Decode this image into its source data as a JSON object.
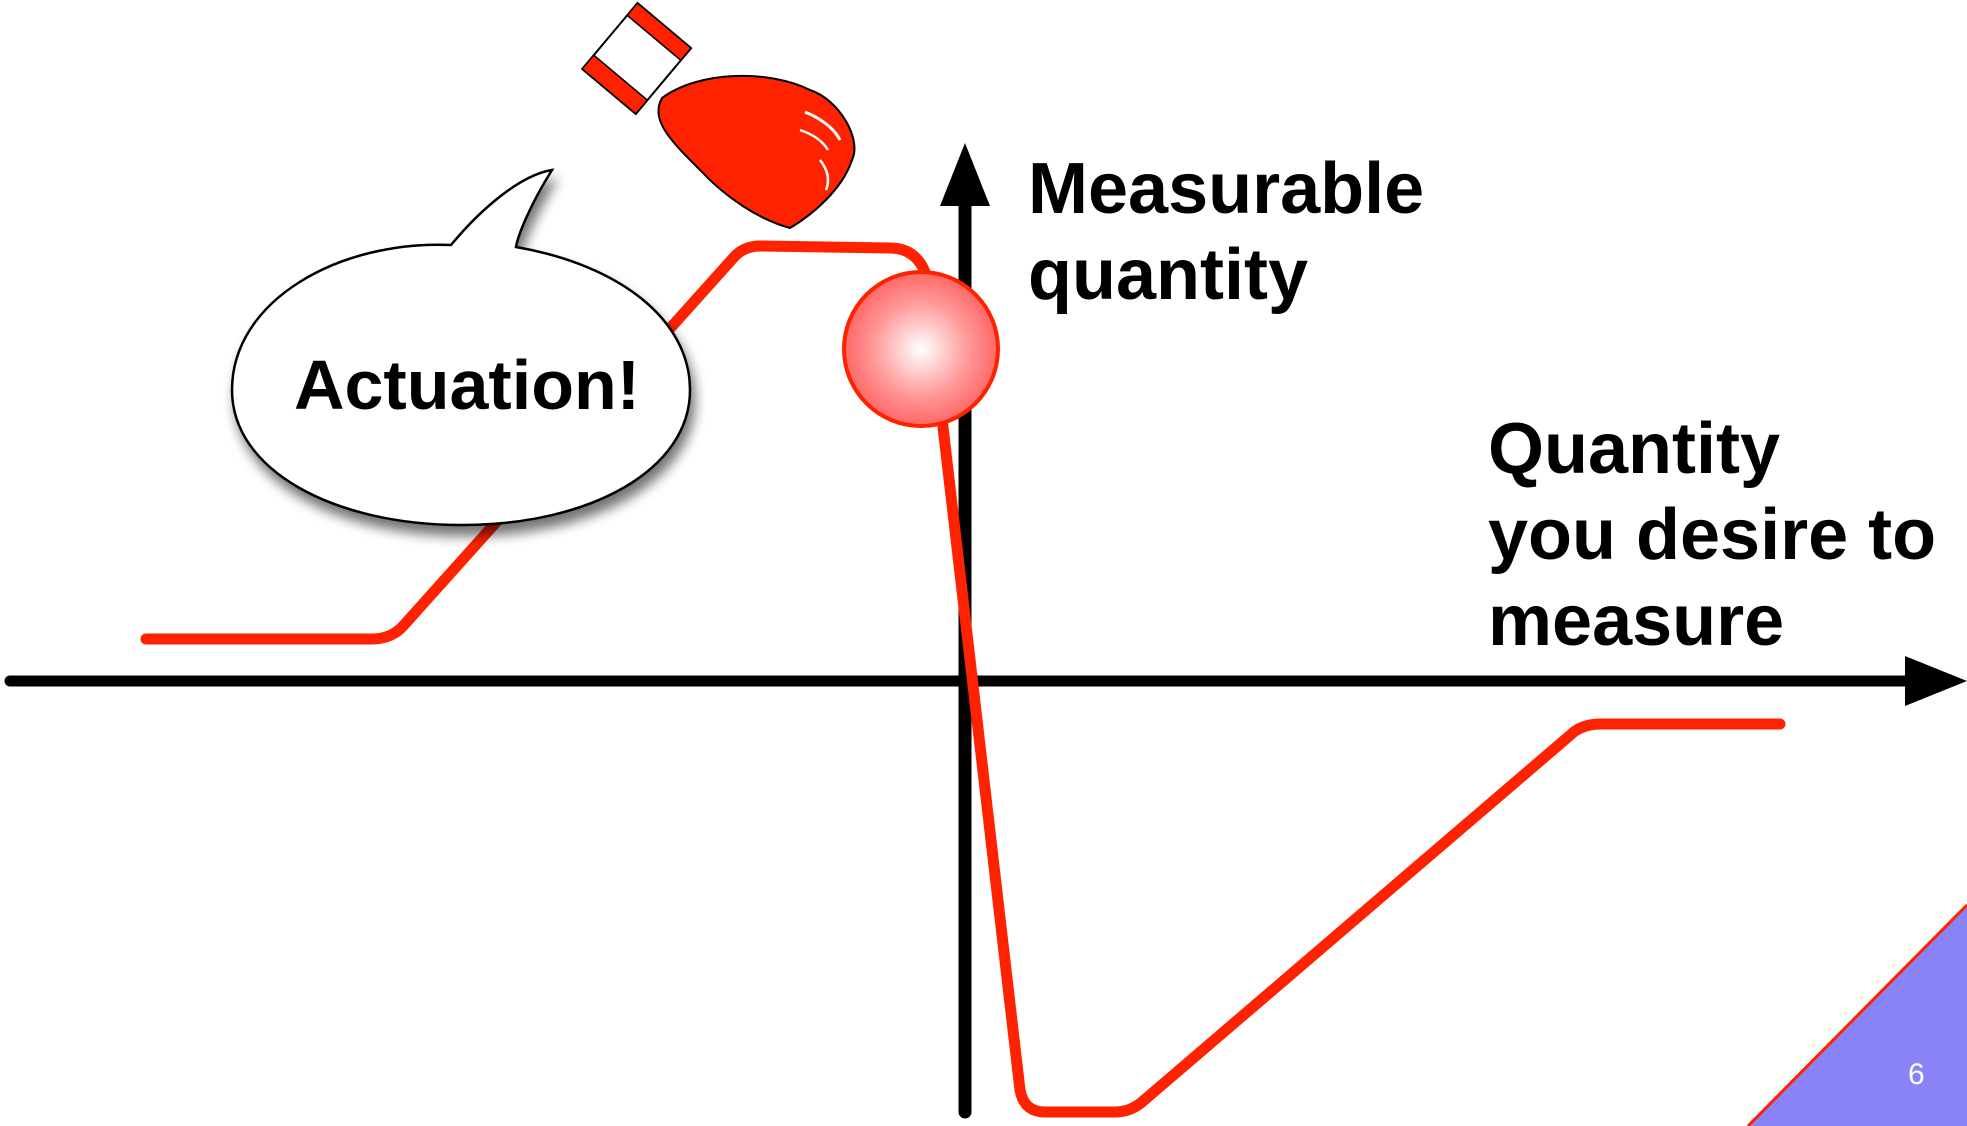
{
  "labels": {
    "y_axis": [
      "Measurable",
      "quantity"
    ],
    "x_axis": [
      "Quantity",
      "you desire to",
      "measure"
    ],
    "speech_bubble": "Actuation!"
  },
  "slide": {
    "page_number": "6",
    "corner_color": "#8a83f7"
  },
  "colors": {
    "curve": "#ff2200",
    "axes": "#000000",
    "ball": "#ff4d4d",
    "glove": "#ff2200"
  },
  "icons": [
    "boxing-glove-icon",
    "ball-icon",
    "speech-bubble"
  ]
}
